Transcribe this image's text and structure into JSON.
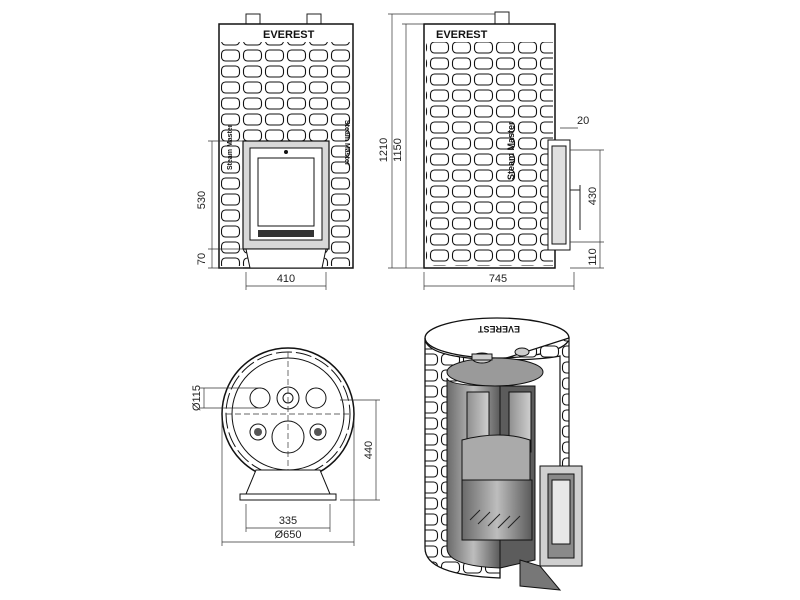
{
  "front_view": {
    "brand": "EVEREST",
    "side_text": "Steam Master",
    "dims": {
      "door_height": "530",
      "base_height": "70",
      "width": "410"
    }
  },
  "side_view": {
    "brand": "EVEREST",
    "side_text": "Steam Master",
    "dims": {
      "total_height": "1210",
      "body_height": "1150",
      "top_offset": "20",
      "tank_height": "430",
      "bottom_offset": "110",
      "depth": "745"
    }
  },
  "top_view": {
    "dims": {
      "flue_diameter": "Ø115",
      "height": "440",
      "base_width": "335",
      "diameter": "Ø650"
    }
  },
  "cutaway_view": {
    "brand": "EVEREST"
  }
}
